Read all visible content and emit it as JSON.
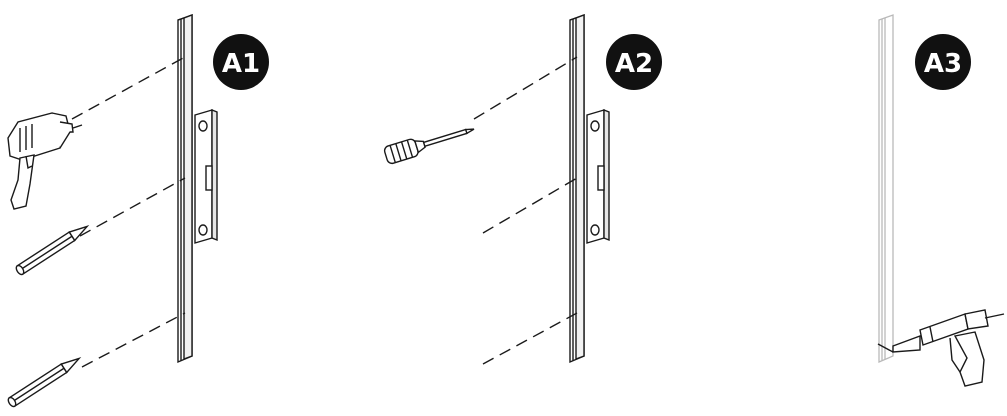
{
  "steps": [
    {
      "label": "A1",
      "tools": [
        "drill-icon",
        "pencil-icon",
        "pencil-icon"
      ]
    },
    {
      "label": "A2",
      "tools": [
        "screwdriver-icon"
      ]
    },
    {
      "label": "A3",
      "tools": [
        "caulk-gun-icon"
      ]
    }
  ],
  "colors": {
    "line": "#1a1a1a",
    "badge": "#111111",
    "faint": "#b9b9b9"
  }
}
